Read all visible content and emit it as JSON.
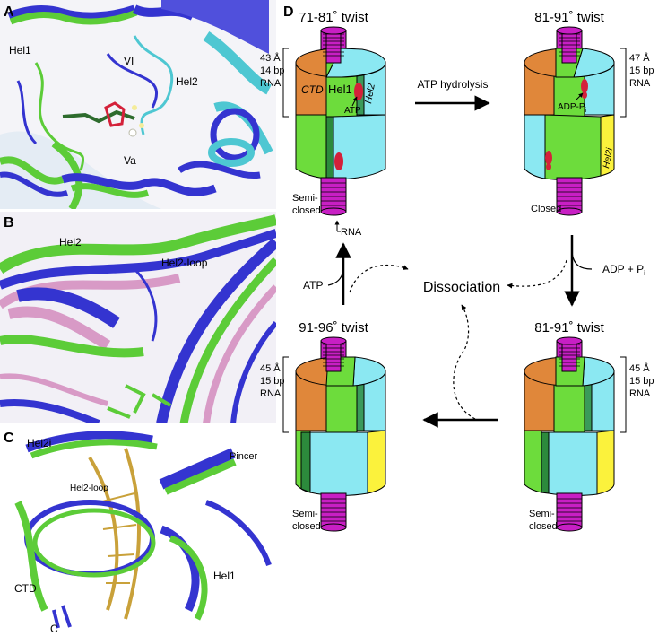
{
  "panels": {
    "A": {
      "letter": "A",
      "labels": {
        "hel1": "Hel1",
        "vi": "VI",
        "hel2": "Hel2",
        "va": "Va"
      }
    },
    "B": {
      "letter": "B",
      "labels": {
        "hel2": "Hel2",
        "hel2_loop": "Hel2-loop"
      }
    },
    "C": {
      "letter": "C",
      "labels": {
        "hel2i": "Hel2i",
        "pincer": "Pincer",
        "hel2_loop": "Hel2-loop",
        "ctd": "CTD",
        "hel1": "Hel1",
        "c_term": "C"
      }
    },
    "D": {
      "letter": "D",
      "states": {
        "top_left": {
          "title": "71-81˚ twist",
          "dim": [
            "43 Å",
            "14 bp",
            "RNA"
          ],
          "conformation": [
            "Semi-",
            "closed"
          ]
        },
        "top_right": {
          "title": "81-91˚ twist",
          "dim": [
            "47 Å",
            "15 bp",
            "RNA"
          ],
          "conformation": [
            "Closed"
          ]
        },
        "bottom_left": {
          "title": "91-96˚ twist",
          "dim": [
            "45 Å",
            "15 bp",
            "RNA"
          ],
          "conformation": [
            "Semi-",
            "closed"
          ]
        },
        "bottom_right": {
          "title": "81-91˚ twist",
          "dim": [
            "45 Å",
            "15 bp",
            "RNA"
          ],
          "conformation": [
            "Semi-",
            "closed"
          ]
        }
      },
      "domain_labels": {
        "ctd": "CTD",
        "hel1": "Hel1",
        "hel2": "Hel2",
        "hel2i": "Hel2i",
        "atp": "ATP",
        "adp_pi": "ADP-P",
        "adp_pi_sub": "i"
      },
      "rna_pointer": "RNA",
      "arrows": {
        "hydrolysis": "ATP hydrolysis",
        "adp_release": "ADP + P",
        "adp_release_sub": "i",
        "atp_binding": "ATP",
        "center": "Dissociation"
      }
    }
  },
  "colors": {
    "ctd": "#e0873a",
    "hel1": "#6ddc3c",
    "hel2": "#8be8f2",
    "hel2i": "#fbf23c",
    "rna": "#c81fc4",
    "atp": "#d4213a",
    "blue": "#3434d0",
    "green": "#5ccc38",
    "cyan": "#4ec7d2",
    "pink": "#d89ac6"
  }
}
